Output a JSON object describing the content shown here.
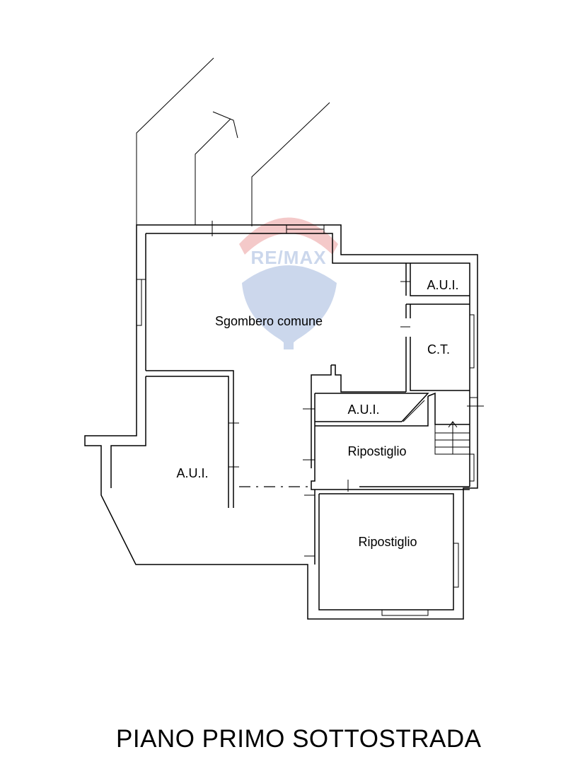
{
  "watermark": {
    "text": "RE/MAX",
    "color": "#c6d3ea",
    "accent": "#f3c4c4"
  },
  "rooms": [
    {
      "id": "sgombero",
      "label": "Sgombero comune"
    },
    {
      "id": "aui-top-right",
      "label": "A.U.I."
    },
    {
      "id": "ct",
      "label": "C.T."
    },
    {
      "id": "aui-corridor",
      "label": "A.U.I."
    },
    {
      "id": "ripostiglio-small",
      "label": "Ripostiglio"
    },
    {
      "id": "aui-left",
      "label": "A.U.I."
    },
    {
      "id": "ripostiglio-large",
      "label": "Ripostiglio"
    }
  ],
  "title": "PIANO PRIMO SOTTOSTRADA"
}
